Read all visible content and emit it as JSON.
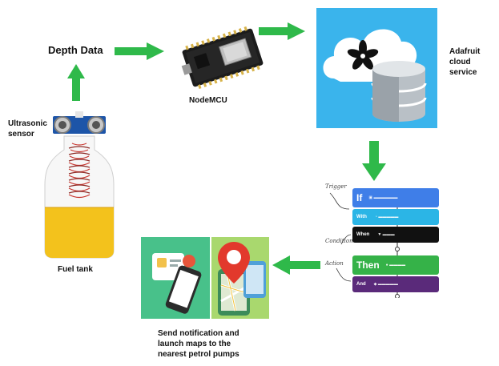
{
  "labels": {
    "depth_data": "Depth Data",
    "nodemcu": "NodeMCU",
    "adafruit_line1": "Adafruit",
    "adafruit_line2": "cloud service",
    "ultrasonic_line1": "Ultrasonic",
    "ultrasonic_line2": "sensor",
    "fuel_tank": "Fuel tank",
    "notify_line1": "Send notification and",
    "notify_line2": "launch maps to the",
    "notify_line3": "nearest petrol pumps"
  },
  "applet": {
    "if_label": "If",
    "with_label": "With",
    "when_label": "When",
    "then_label": "Then",
    "and_label": "And",
    "hand_trigger": "Trigger",
    "hand_condition": "Condition",
    "hand_action": "Action"
  },
  "colors": {
    "arrow": "#2fb94a",
    "cloud_bg": "#3ab4ec",
    "fuel": "#f3c21c",
    "if_row": "#3f7ee8",
    "with_row": "#2bb5e6",
    "when_row": "#111111",
    "then_row": "#35b248",
    "and_row": "#5a2a7a"
  },
  "icons": [
    "adafruit-star-icon",
    "database-icon",
    "cloud-icon",
    "map-pin-icon",
    "smartphone-icon"
  ]
}
